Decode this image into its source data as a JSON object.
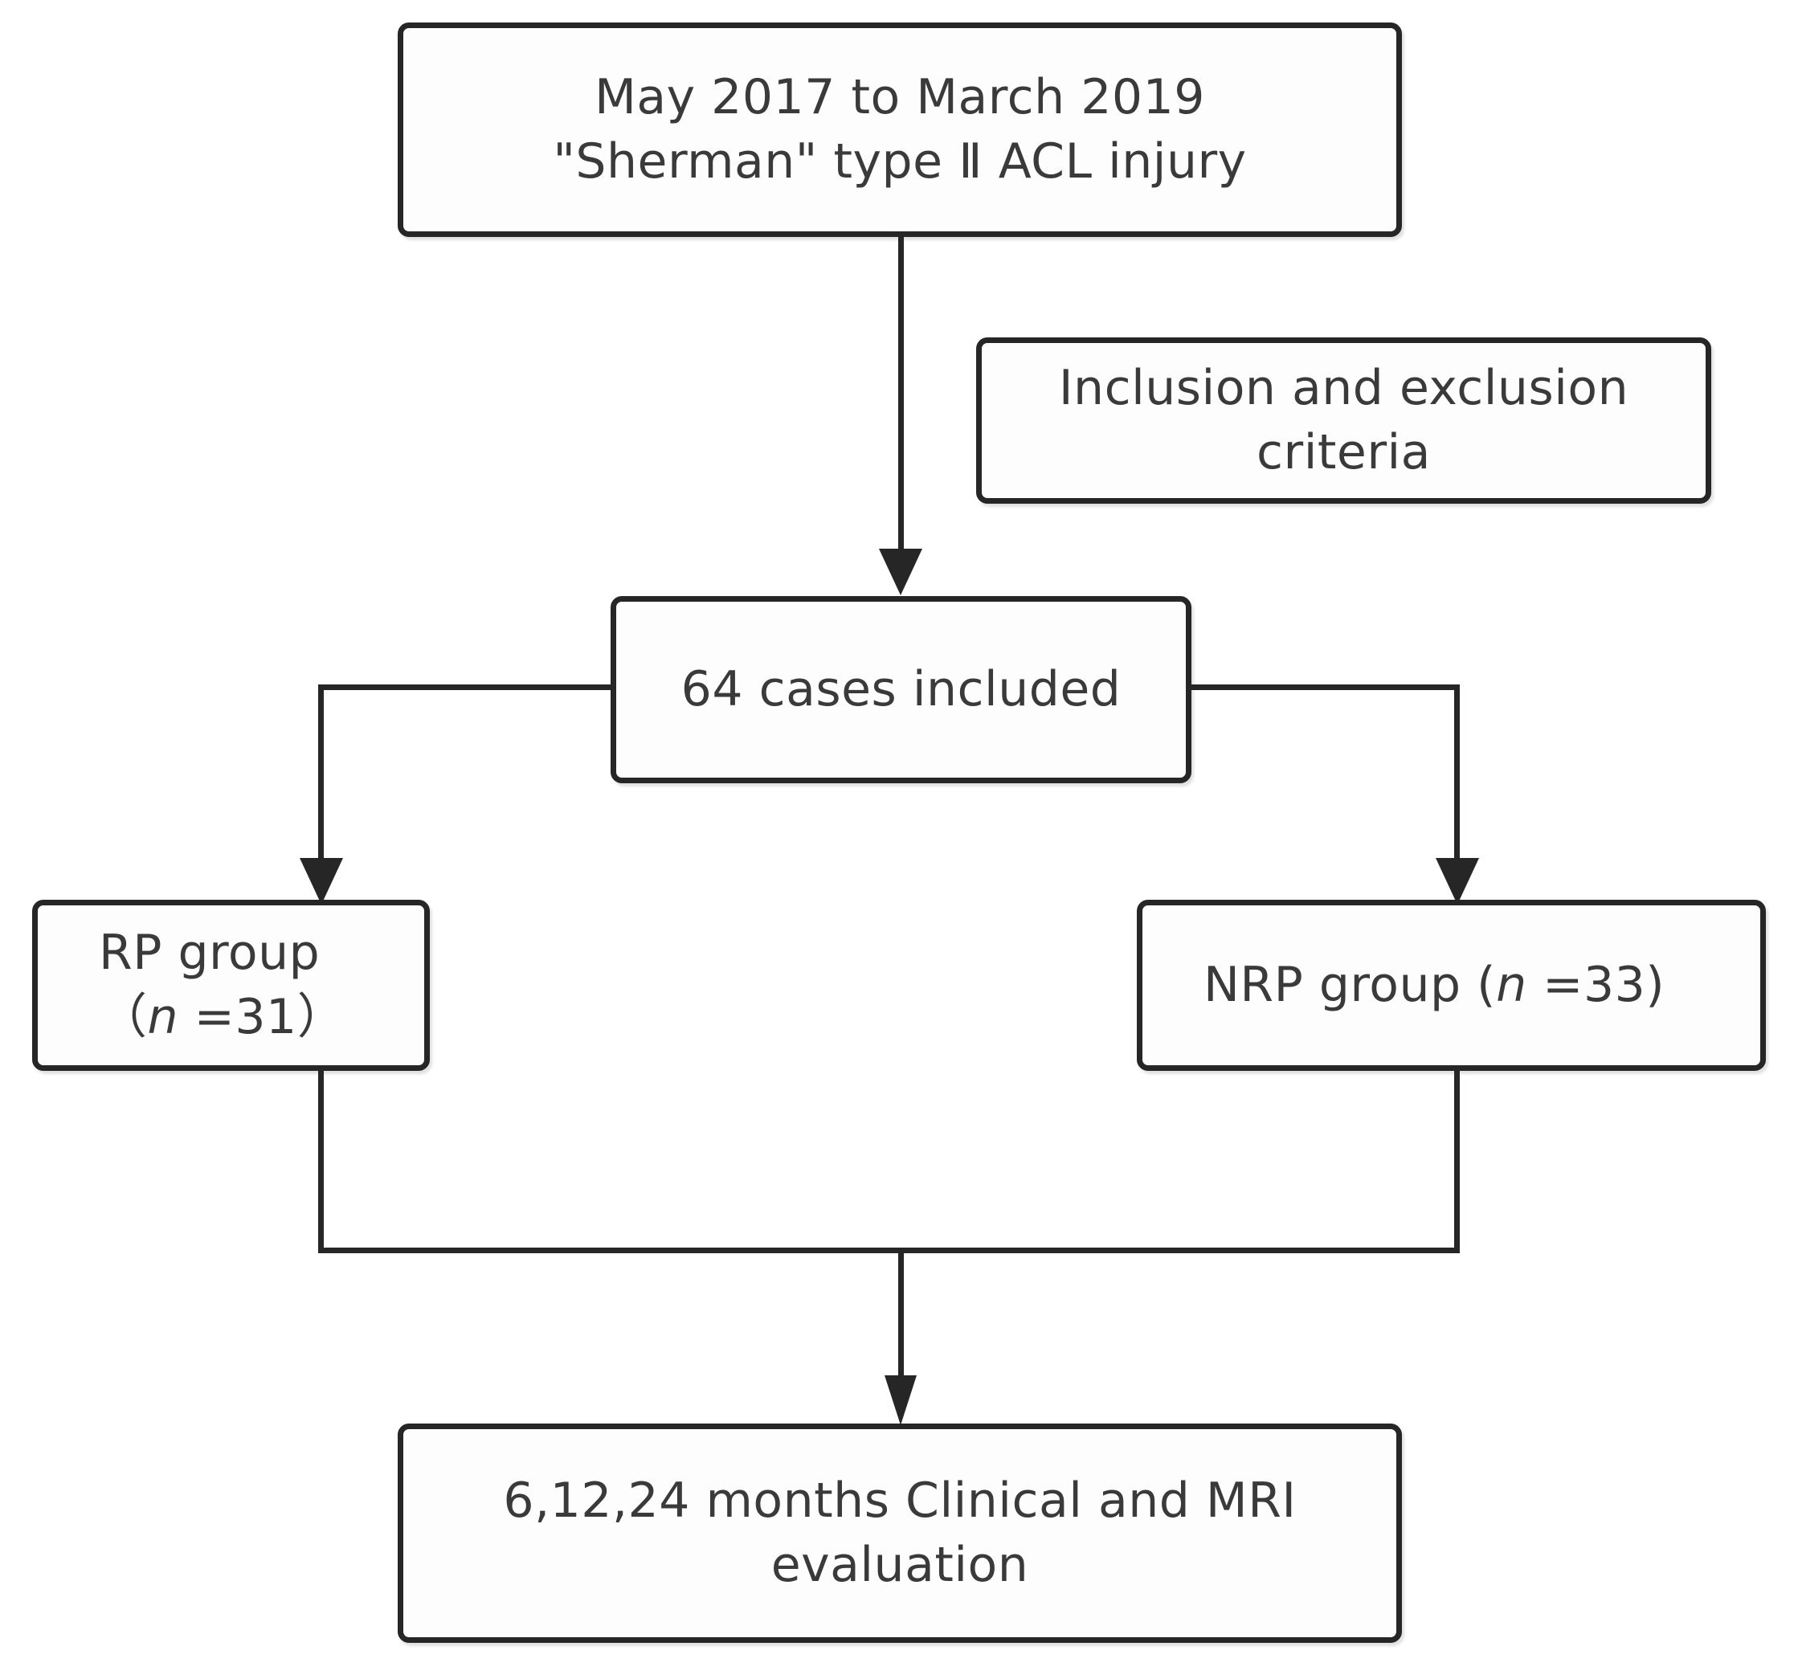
{
  "diagram": {
    "type": "flowchart",
    "title": "ACL injury study enrollment flowchart",
    "colors": {
      "box_border": "#262626",
      "box_fill": "#fdfdfd",
      "text": "#3a3a3a",
      "connector": "#262626",
      "background": "#ffffff"
    },
    "nodes": [
      {
        "id": "enrollment-period",
        "line1": "May 2017 to March 2019",
        "line2": "\"Sherman\" type Ⅱ ACL injury",
        "text": "May 2017 to March 2019\n\"Sherman\" type Ⅱ ACL injury"
      },
      {
        "id": "criteria",
        "line1": "Inclusion and exclusion",
        "line2": "criteria",
        "text": "Inclusion and exclusion\ncriteria"
      },
      {
        "id": "cases-included",
        "text": "64 cases included",
        "count": 64
      },
      {
        "id": "rp-group",
        "label": "RP group",
        "n_prefix": "（",
        "n_symbol": "n",
        "n_value": "=31",
        "n_suffix": "）",
        "text": "RP group （n =31）"
      },
      {
        "id": "nrp-group",
        "label": "NRP group",
        "n_prefix": "(",
        "n_symbol": "n",
        "n_value": "=33",
        "n_suffix": ")",
        "text": "NRP group (n =33)"
      },
      {
        "id": "evaluation",
        "line1": "6,12,24 months Clinical and MRI",
        "line2": "evaluation",
        "text": "6,12,24 months Clinical and MRI\nevaluation"
      }
    ],
    "edges": [
      {
        "id": "edge-period-to-cases",
        "from": "enrollment-period",
        "to": "cases-included",
        "arrow": true
      },
      {
        "id": "edge-cases-to-rp",
        "from": "cases-included",
        "to": "rp-group",
        "arrow": true
      },
      {
        "id": "edge-cases-to-nrp",
        "from": "cases-included",
        "to": "nrp-group",
        "arrow": true
      },
      {
        "id": "edge-groups-to-evaluation",
        "from": "rp-group,nrp-group",
        "to": "evaluation",
        "arrow": true
      }
    ]
  }
}
